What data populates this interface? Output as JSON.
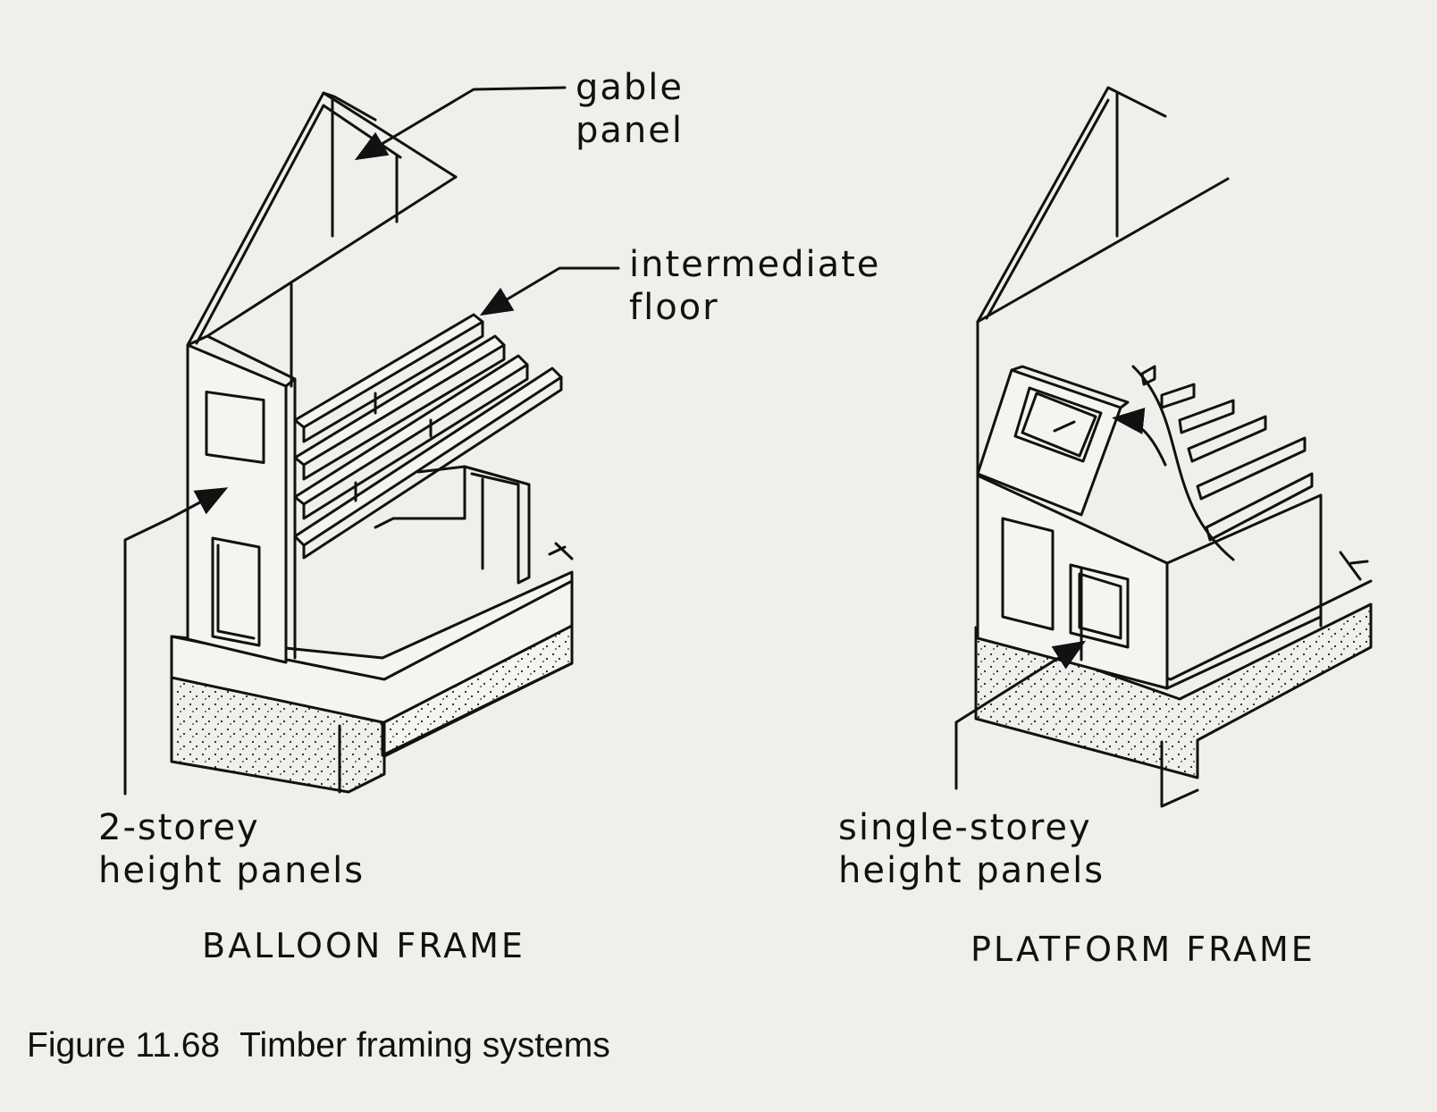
{
  "balloon": {
    "callout_gable": "gable panel",
    "gable_line1": "gable",
    "gable_line2": "panel",
    "floor_line1": "intermediate",
    "floor_line2": "floor",
    "panels_line1": "2-storey",
    "panels_line2": "height panels",
    "title": "BALLOON FRAME"
  },
  "platform": {
    "panels_line1": "single-storey",
    "panels_line2": "height panels",
    "title": "PLATFORM FRAME"
  },
  "caption": {
    "number": "Figure 11.68",
    "text": "Timber framing systems"
  }
}
